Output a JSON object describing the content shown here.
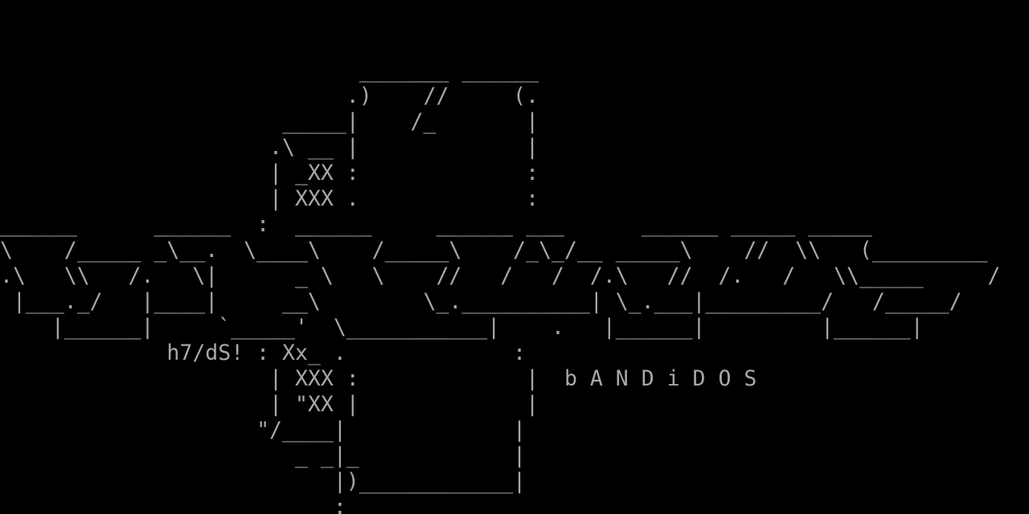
{
  "screen": {
    "background": "#000000",
    "foreground": "#a8a8a8"
  },
  "ascii_art": {
    "lines": [
      "                            _______ ______",
      "                           .)    //     (.",
      "                      _____|    /_       |",
      "                     .\\ __ |             |",
      "                     | _XX :             :",
      "                     | XXX .             :",
      "______      ______  :  ______     ______ ___      ______ _____ _____",
      "\\    /_____ _\\__.  \\____\\    /_____\\    /_\\_/__ _____\\    //  \\\\   (_________",
      ".\\   \\\\   /.   \\|      _ \\   \\    //   /   /  /.\\   //  /.   /   \\\\_____     /",
      " |___._/   |____|     __\\        \\_.__________| \\_.___|_________/   /_____/",
      "    |______|     `_____'  \\___________|    .   |______|         |______|",
      "             h7/dS! : Xx_ .             :",
      "                     | XXX :             |  b A N D i D O S",
      "                     | \"XX |             |",
      "                    \"/____|             |",
      "                       _ _|_            |",
      "                          |)____________|",
      "                          :"
    ],
    "signature": "h7/dS!",
    "title": "b A N D i D O S"
  }
}
